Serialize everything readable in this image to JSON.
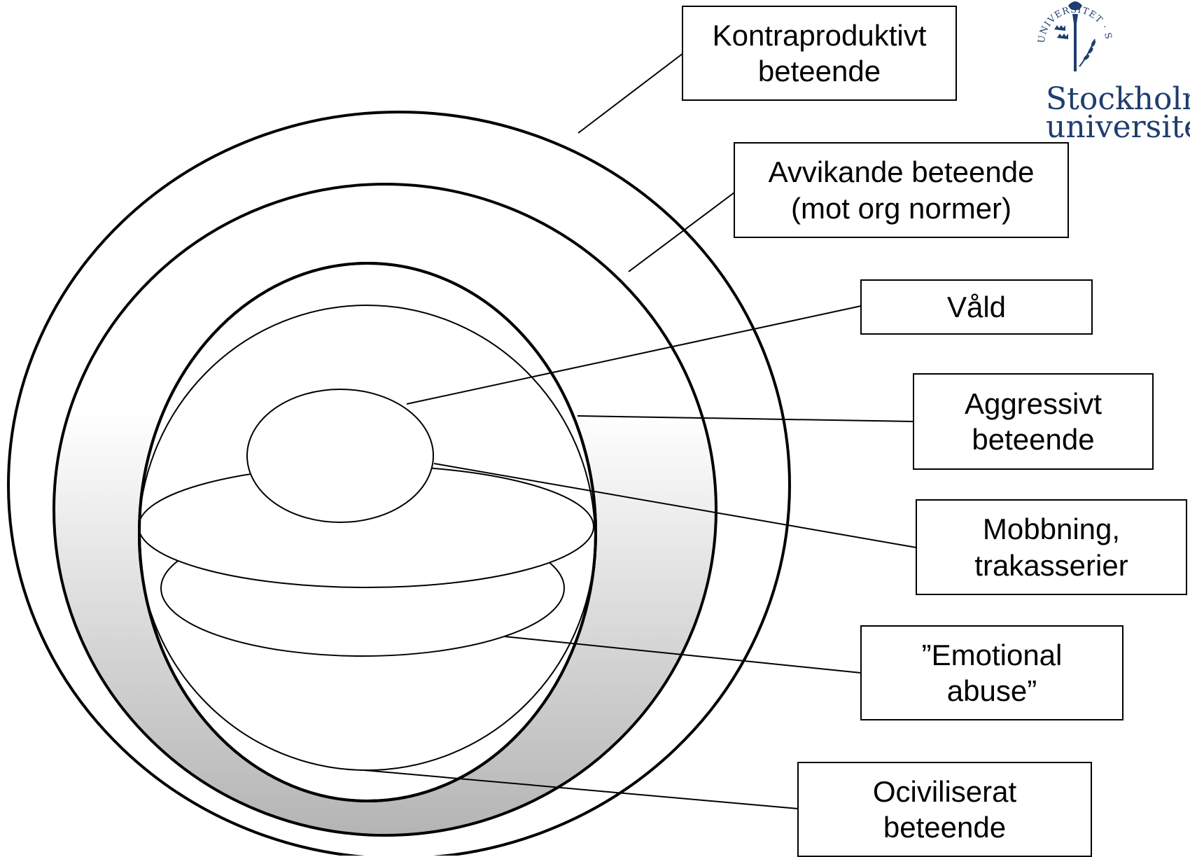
{
  "diagram": {
    "labels": {
      "kontraproduktivt": {
        "line1": "Kontraproduktivt",
        "line2": "beteende"
      },
      "avvikande": {
        "line1": "Avvikande beteende",
        "line2": "(mot org normer)"
      },
      "vald": {
        "line1": "Våld"
      },
      "aggressivt": {
        "line1": "Aggressivt",
        "line2": "beteende"
      },
      "mobbning": {
        "line1": "Mobbning,",
        "line2": "trakasserier"
      },
      "emotional": {
        "line1": "”Emotional",
        "line2": "abuse”"
      },
      "ociviliserat": {
        "line1": "Ociviliserat",
        "line2": "beteende"
      }
    },
    "colors": {
      "stroke": "#000000",
      "band_gradient_top": "#ffffff",
      "band_gradient_bottom": "#b4b4b4"
    }
  },
  "logo": {
    "name_line1": "Stockholms",
    "name_line2": "universitet",
    "seal_text": "UNIVERSITET · STOCKHOLMS",
    "color": "#1f3d6e"
  }
}
